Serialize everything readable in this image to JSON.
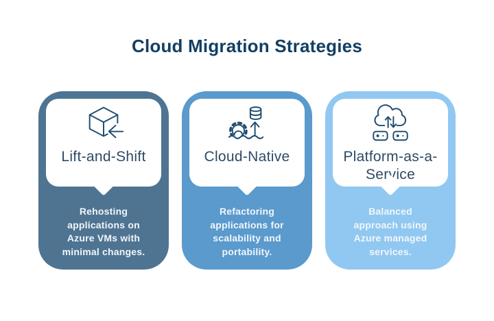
{
  "title": "Cloud Migration Strategies",
  "colors": {
    "page_bg": "#FFFFFF",
    "title_text": "#133F63",
    "label_text": "#2D4A64",
    "icon_stroke": "#1E4B6E",
    "description_text": "#F2F6FA",
    "bubble_bg": "#FFFFFF"
  },
  "cards": [
    {
      "label": "Lift-and-Shift",
      "description": "Rehosting\napplications on\nAzure VMs with\nminimal changes.",
      "bg": "#4E7492",
      "icon": "cube-arrow-icon"
    },
    {
      "label": "Cloud-Native",
      "description": "Refactoring\napplications for\nscalability and\nportability.",
      "bg": "#5A9ACD",
      "icon": "gear-database-icon"
    },
    {
      "label": "Platform-as-a-Service",
      "description": "Balanced\napproach using\nAzure managed\nservices.",
      "bg": "#90C8F1",
      "icon": "cloud-sync-icon"
    }
  ]
}
